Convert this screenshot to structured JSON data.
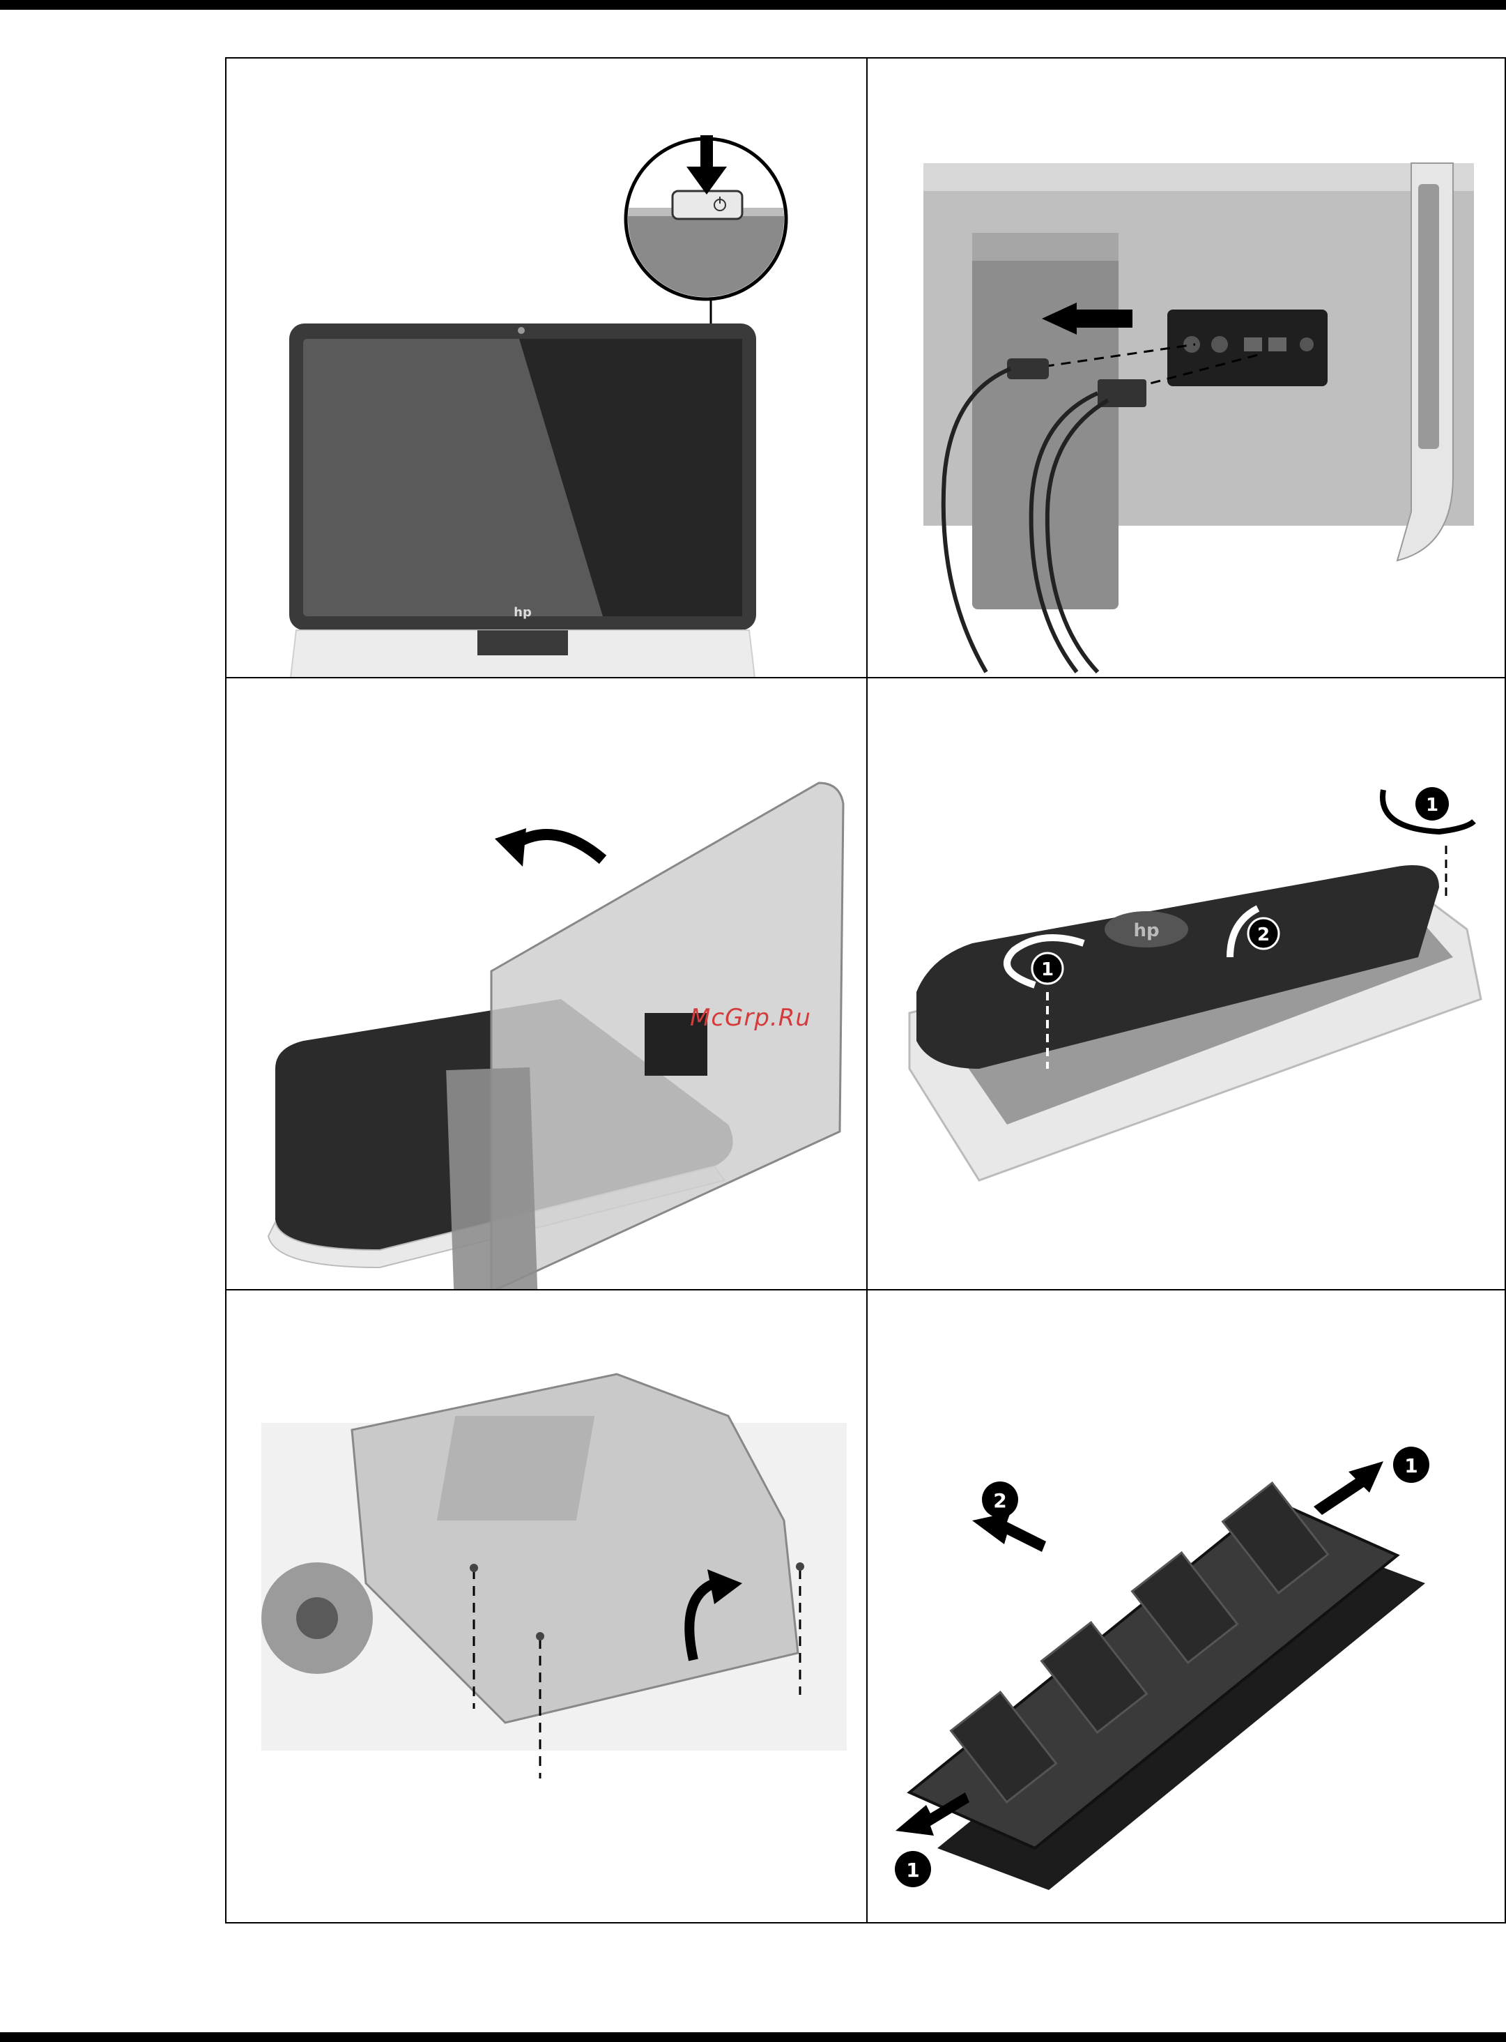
{
  "page": {
    "watermark": "McGrp.Ru",
    "hp_logo_text": "hp",
    "callouts": {
      "one": "1",
      "two": "2"
    }
  },
  "icons": {
    "power": "power-icon",
    "arrow": "arrow-icon",
    "rotate": "rotate-arrow-icon"
  },
  "colors": {
    "ink": "#000000",
    "panel_dark": "#2b2b2b",
    "panel_mid": "#555555",
    "chassis": "#e6e6e6",
    "watermark": "#d43c3c"
  }
}
